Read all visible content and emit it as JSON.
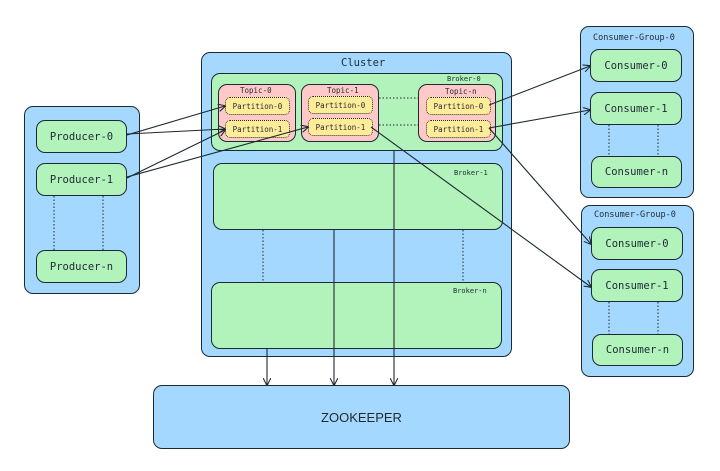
{
  "producers": {
    "items": [
      "Producer-0",
      "Producer-1",
      "Producer-n"
    ]
  },
  "cluster": {
    "title": "Cluster",
    "brokers": [
      {
        "label": "Broker-0",
        "topics": [
          {
            "label": "Topic-0",
            "partitions": [
              "Partition-0",
              "Partition-1"
            ]
          },
          {
            "label": "Topic-1",
            "partitions": [
              "Partition-0",
              "Partition-1"
            ]
          },
          {
            "label": "Topic-n",
            "partitions": [
              "Partition-0",
              "Partition-1"
            ]
          }
        ]
      },
      {
        "label": "Broker-1"
      },
      {
        "label": "Broker-n"
      }
    ]
  },
  "consumer_groups": [
    {
      "title": "Consumer-Group-0",
      "consumers": [
        "Consumer-0",
        "Consumer-1",
        "Consumer-n"
      ]
    },
    {
      "title": "Consumer-Group-0",
      "consumers": [
        "Consumer-0",
        "Consumer-1",
        "Consumer-n"
      ]
    }
  ],
  "zookeeper": {
    "label": "ZOOKEEPER"
  },
  "colors": {
    "container": "#a5d8ff",
    "node": "#b2f2bb",
    "topic": "#ffc9c9",
    "partition": "#ffec99",
    "stroke": "#1e2a33"
  }
}
